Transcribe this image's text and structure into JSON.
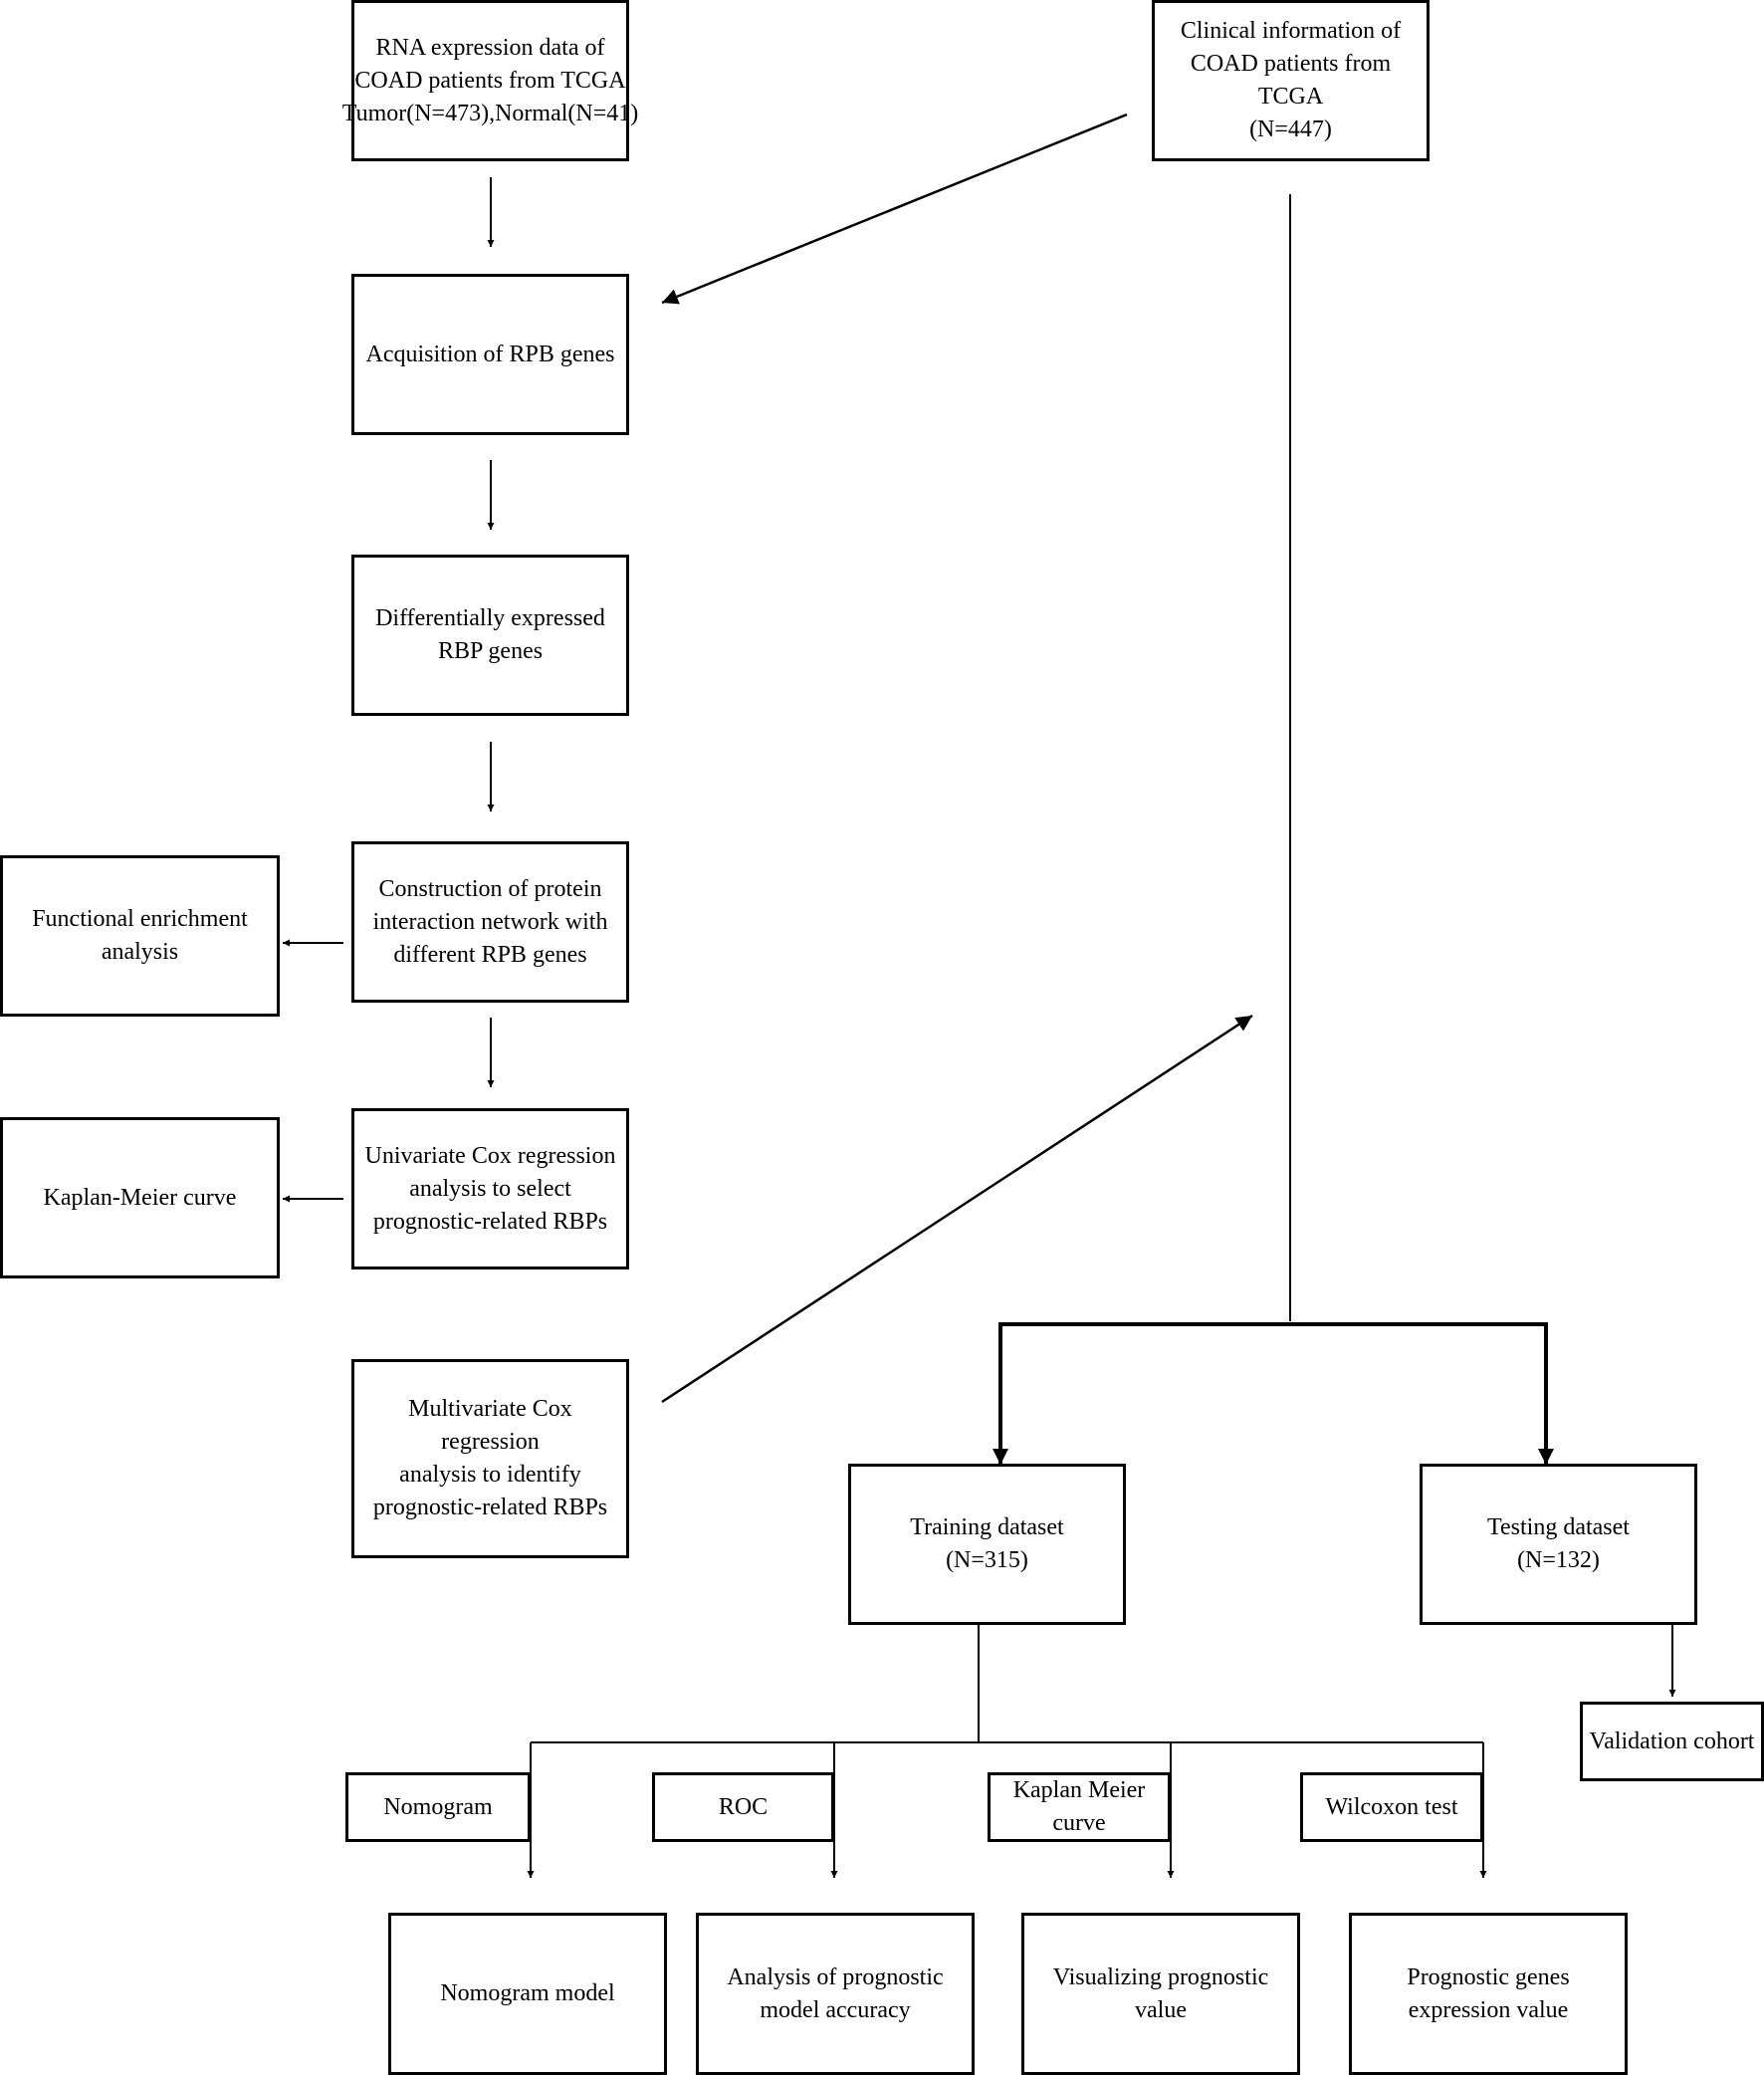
{
  "nodes": {
    "rna_expression": "RNA expression data of\nCOAD patients from TCGA\nTumor(N=473),Normal(N=41)",
    "clinical_info": "Clinical information of\nCOAD patients from TCGA\n(N=447)",
    "acquisition": "Acquisition of RPB genes",
    "diff_expressed": "Differentially expressed\nRBP genes",
    "ppi_network": "Construction of protein\ninteraction network with\ndifferent RPB genes",
    "functional_enrichment": "Functional enrichment\nanalysis",
    "univariate_cox": "Univariate Cox regression\nanalysis to select\nprognostic-related RBPs",
    "kaplan_meier": "Kaplan-Meier curve",
    "multivariate_cox": "Multivariate Cox regression\nanalysis to identify\nprognostic-related RBPs",
    "training": "Training dataset\n(N=315)",
    "testing": "Testing dataset\n(N=132)",
    "validation": "Validation cohort",
    "nomogram": "Nomogram",
    "roc": "ROC",
    "km_curve": "Kaplan Meier curve",
    "wilcoxon": "Wilcoxon test",
    "nomogram_model": "Nomogram model",
    "model_accuracy": "Analysis of prognostic\nmodel accuracy",
    "visualizing": "Visualizing prognostic value",
    "gene_expression": "Prognostic genes\nexpression value"
  }
}
